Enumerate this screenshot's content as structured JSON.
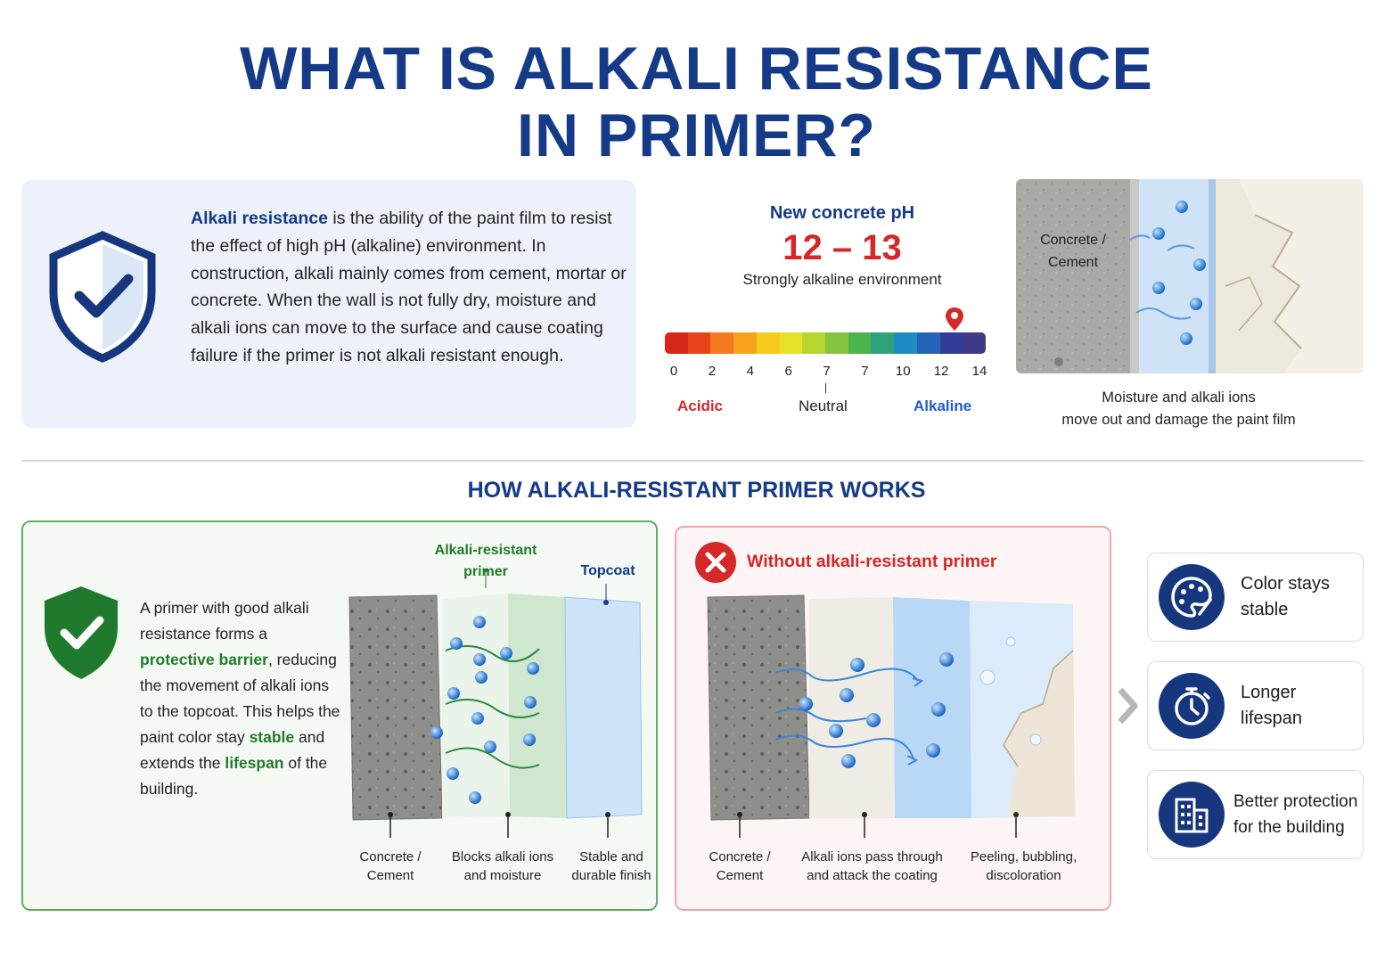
{
  "title": {
    "line1": "WHAT IS ALKALI RESISTANCE",
    "line2": "IN PRIMER?"
  },
  "definition": {
    "keyword": "Alkali resistance",
    "text": " is the ability of the paint film to resist the effect of high pH (alkaline) environment. In construction, alkali mainly comes from cement, mortar or concrete. When the wall is not fully dry, moisture and alkali ions can move to the surface and cause coating failure if the primer is not alkali resistant enough."
  },
  "ph": {
    "heading": "New concrete pH",
    "value": "12 – 13",
    "subtitle": "Strongly alkaline environment",
    "ticks": [
      "0",
      "2",
      "4",
      "6",
      "7",
      "7",
      "10",
      "12",
      "14"
    ],
    "acidic_label": "Acidic",
    "neutral_label": "Neutral",
    "alkaline_label": "Alkaline",
    "colors": [
      "#d9261c",
      "#e9451b",
      "#f47a1f",
      "#f9a21d",
      "#f6cc1c",
      "#e5e228",
      "#b9d532",
      "#85c441",
      "#4cb34f",
      "#2ea27a",
      "#1e8cc4",
      "#2463b8",
      "#353c97",
      "#413985"
    ]
  },
  "moisture": {
    "label_top": "Concrete /",
    "label_bottom": "Cement",
    "caption_1": "Moisture and alkali ions",
    "caption_2": "move out and damage the paint film"
  },
  "section_title": "HOW ALKALI-RESISTANT PRIMER WORKS",
  "good": {
    "text_parts": [
      "A primer with good alkali resistance forms a ",
      "protective barrier",
      ", reducing the movement of alkali ions to the topcoat. This helps the paint color stay ",
      "stable",
      " and extends the ",
      "lifespan",
      " of the building."
    ],
    "primer_label_1": "Alkali-resistant",
    "primer_label_2": "primer",
    "topcoat_label": "Topcoat",
    "cap1_a": "Concrete /",
    "cap1_b": "Cement",
    "cap2_a": "Blocks alkali ions",
    "cap2_b": "and moisture",
    "cap3_a": "Stable and",
    "cap3_b": "durable finish"
  },
  "bad": {
    "title": "Without alkali-resistant primer",
    "cap1_a": "Concrete /",
    "cap1_b": "Cement",
    "cap2_a": "Alkali ions pass through",
    "cap2_b": "and attack the coating",
    "cap3_a": "Peeling, bubbling,",
    "cap3_b": "discoloration"
  },
  "benefits": [
    {
      "icon": "palette-icon",
      "line1": "Color stays",
      "line2": "stable"
    },
    {
      "icon": "stopwatch-icon",
      "line1": "Longer",
      "line2": "lifespan"
    },
    {
      "icon": "building-icon",
      "line1": "Better protection",
      "line2": "for the building"
    }
  ],
  "theme": {
    "navy": "#143a88",
    "green": "#227a2b",
    "red": "#d62828",
    "blue_label": "#1d5bd0"
  }
}
